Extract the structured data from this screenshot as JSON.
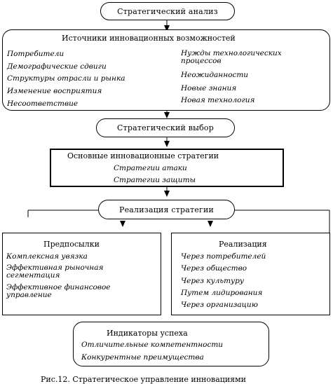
{
  "strategic_analysis": "Стратегический анализ",
  "sources": {
    "title": "Источники инновационных возможностей",
    "left_items": [
      "Потребители",
      "Демографические сдвиги",
      "Структуры отрасли и рынка",
      "Изменение восприятия",
      "Несоответствие"
    ],
    "right_items": [
      "Нужды технологических процессов",
      "Неожиданности",
      "Новые знания",
      "Новая технология"
    ]
  },
  "strategic_choice": "Стратегический выбор",
  "basic_strategies": {
    "title": "Основные инновационные стратегии",
    "items": [
      "Стратегии атаки",
      "Стратегии защиты"
    ]
  },
  "implementation": "Реализация стратегии",
  "prerequisites": {
    "title": "Предпосылки",
    "items": [
      "Комплексная увязка",
      "Эффективная рыночная сегментация",
      "Эффективное финансовое управление"
    ]
  },
  "realization": {
    "title": "Реализация",
    "items": [
      "Через потребителей",
      "Через общество",
      "Через культуру",
      "Путем лидирования",
      "Через организацию"
    ]
  },
  "indicators": {
    "title": "Индикаторы успеха",
    "items": [
      "Отличительные компетентности",
      "Конкурентные преимущества"
    ]
  },
  "caption": "Рис.12. Стратегическое управление инновациями"
}
